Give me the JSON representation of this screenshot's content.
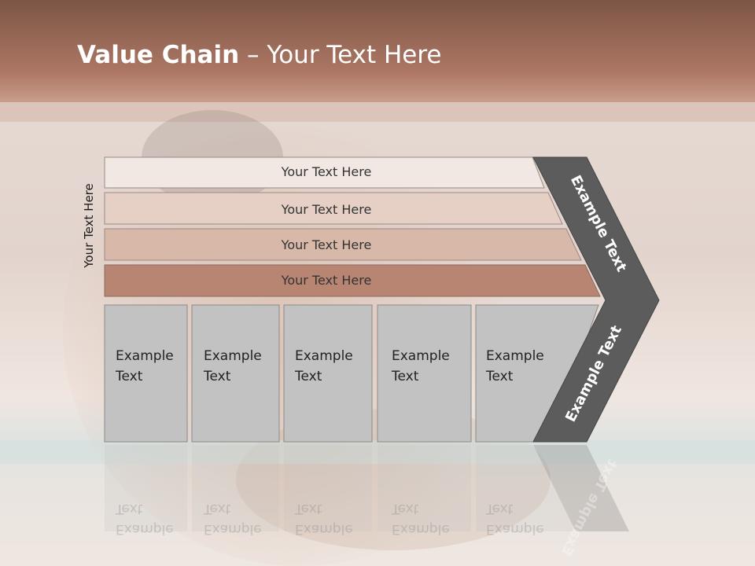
{
  "slide": {
    "title_bold": "Value Chain",
    "title_rest": " – Your Text Here",
    "vertical_label": "Your Text Here"
  },
  "rows": [
    {
      "label": "Your Text Here",
      "fill": "#f1e8e4"
    },
    {
      "label": "Your Text Here",
      "fill": "#e6d0c6"
    },
    {
      "label": "Your Text Here",
      "fill": "#d8b8a8"
    },
    {
      "label": "Your Text Here",
      "fill": "#b98573"
    }
  ],
  "columns": [
    {
      "label_line1": "Example",
      "label_line2": "Text"
    },
    {
      "label_line1": "Example",
      "label_line2": "Text"
    },
    {
      "label_line1": "Example",
      "label_line2": "Text"
    },
    {
      "label_line1": "Example",
      "label_line2": "Text"
    },
    {
      "label_line1": "Example",
      "label_line2": "Text"
    }
  ],
  "arrow": {
    "upper_label": "Example Text",
    "lower_label": "Example Text",
    "fill": "#5c5c5c"
  },
  "colors": {
    "header": "#a8705c",
    "cell_fill": "#c2c2c2",
    "cell_border": "#8a8a8a"
  }
}
